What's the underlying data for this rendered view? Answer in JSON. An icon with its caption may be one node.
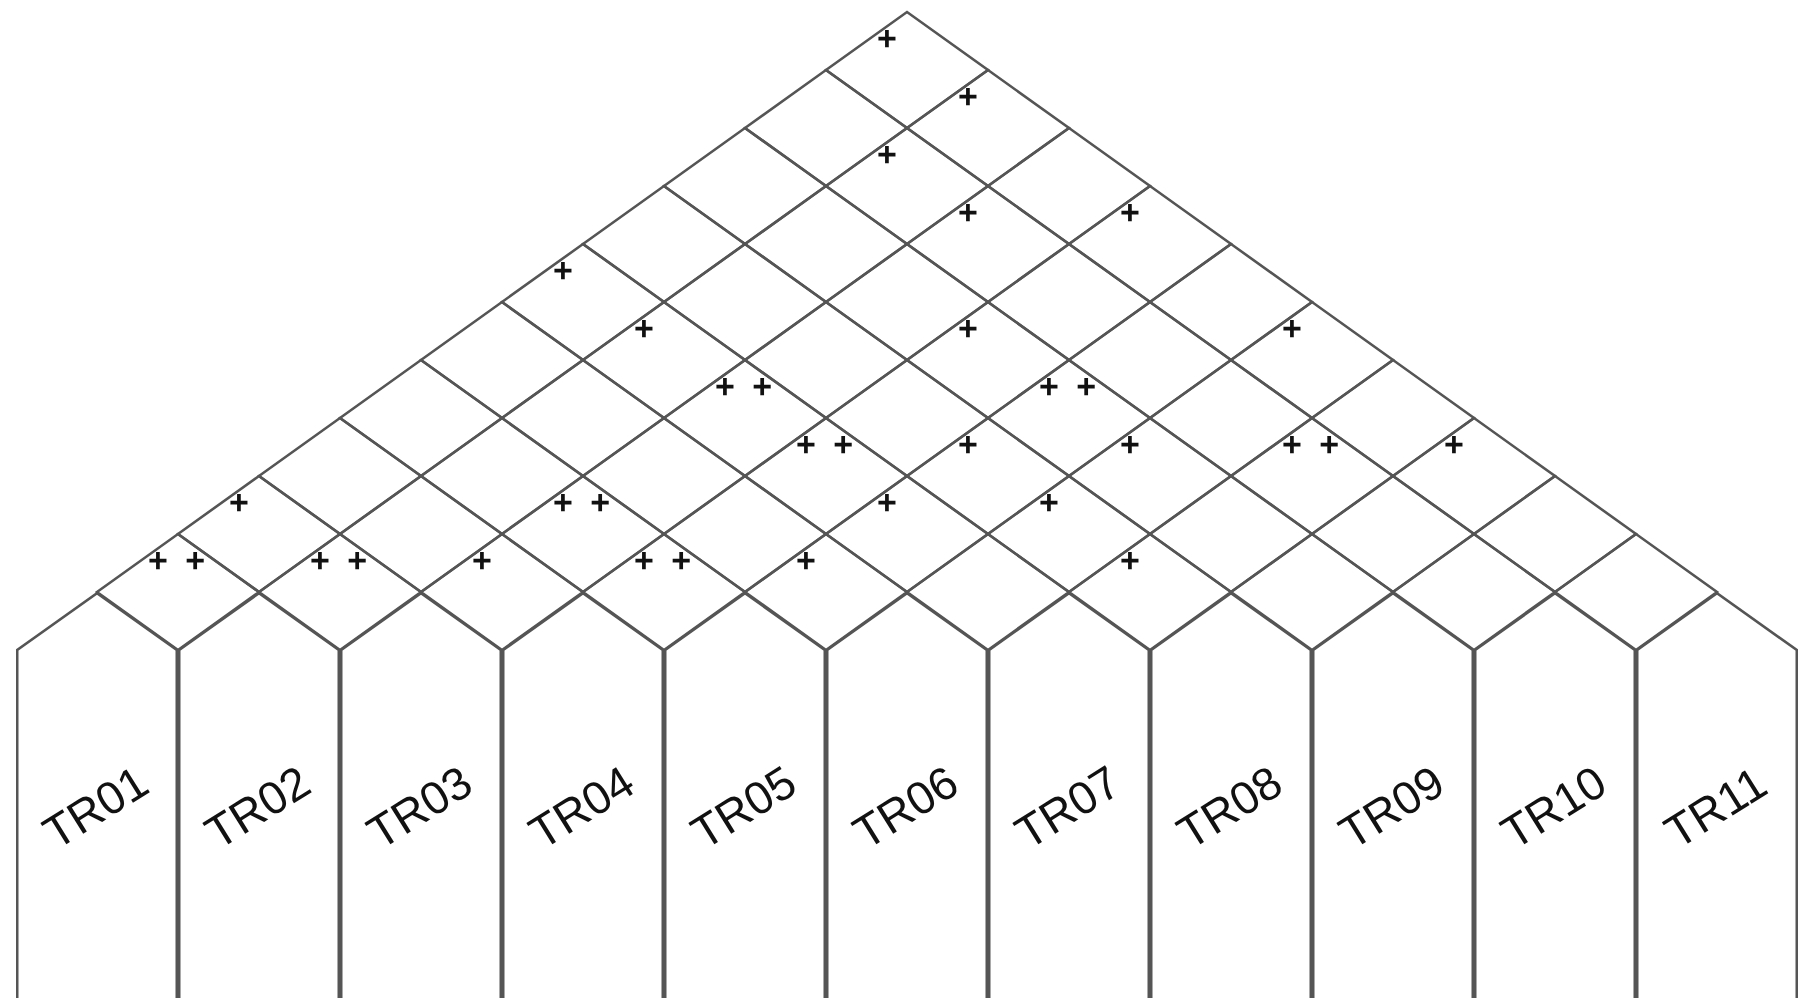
{
  "diagram": {
    "nodes": [
      {
        "text": [
          "TR01"
        ]
      },
      {
        "text": [
          "TR02"
        ]
      },
      {
        "text": [
          "TR03"
        ]
      },
      {
        "text": [
          "TR04"
        ]
      },
      {
        "text": [
          "TR05"
        ]
      },
      {
        "text": [
          "TR06"
        ]
      },
      {
        "text": [
          "TR07"
        ]
      },
      {
        "text": [
          "TR08"
        ]
      },
      {
        "text": [
          "TR09"
        ]
      },
      {
        "text": [
          "TR10"
        ]
      },
      {
        "text": [
          "TR11"
        ]
      }
    ],
    "labels": [
      "+",
      "+",
      "+",
      "+",
      "+",
      "+",
      "+",
      "+",
      "+",
      "+ +",
      "+ +",
      "+ +",
      "+",
      "+",
      "+ +",
      "+",
      "+",
      "+ +",
      "+",
      "+",
      "+ +",
      "+ +",
      "+",
      "+ +",
      "+",
      "+"
    ]
  }
}
